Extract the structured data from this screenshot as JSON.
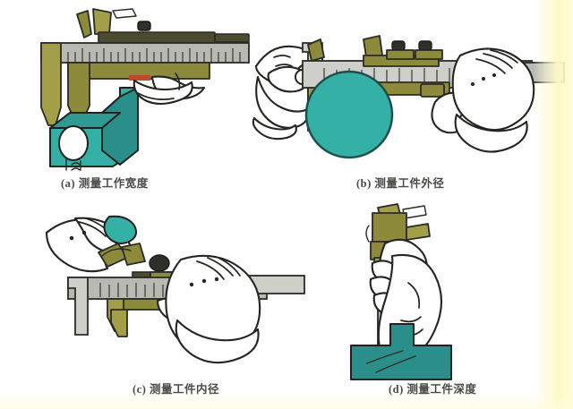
{
  "figure": {
    "kind": "technical-illustration",
    "subject": "vernier-caliper-measurement-methods",
    "background_color": "#fefefe",
    "scan_tint_color": "#fffbcd",
    "panel_count": 4
  },
  "panels": [
    {
      "id": "a",
      "caption": "(a) 测量工作宽度",
      "caption_label": "(a)",
      "caption_text": "测量工作宽度",
      "illustration_name": "caliper-measuring-width-of-v-block",
      "workpiece": "v-block",
      "workpiece_color": "#2e9a93",
      "caliper_beam_color": "#b9b9b4",
      "caliper_jaw_color": "#8d8a3c",
      "hands_shown": 1
    },
    {
      "id": "b",
      "caption": "(b) 测量工件外径",
      "caption_label": "(b)",
      "caption_text": "测量工件外径",
      "illustration_name": "caliper-measuring-outer-diameter",
      "workpiece": "cylindrical-round-part",
      "workpiece_color": "#35b0a6",
      "caliper_beam_color": "#cfcfca",
      "caliper_jaw_color": "#8d8a3c",
      "hands_shown": 2
    },
    {
      "id": "c",
      "caption": "(c) 测量工件内径",
      "caption_label": "(c)",
      "caption_text": "测量工件内径",
      "illustration_name": "caliper-measuring-inner-diameter",
      "workpiece": "bore-jaws-upper",
      "workpiece_color": "#2e9a93",
      "caliper_beam_color": "#b9b9b4",
      "caliper_jaw_color": "#8d8a3c",
      "hands_shown": 2
    },
    {
      "id": "d",
      "caption": "(d) 测量工件深度",
      "caption_label": "(d)",
      "caption_text": "测量工件深度",
      "illustration_name": "caliper-measuring-depth-of-slot",
      "workpiece": "slotted-block",
      "workpiece_color": "#2a8f8a",
      "caliper_beam_color": "#8d8a3c",
      "caliper_jaw_color": "#8d8a3c",
      "hands_shown": 1
    }
  ]
}
